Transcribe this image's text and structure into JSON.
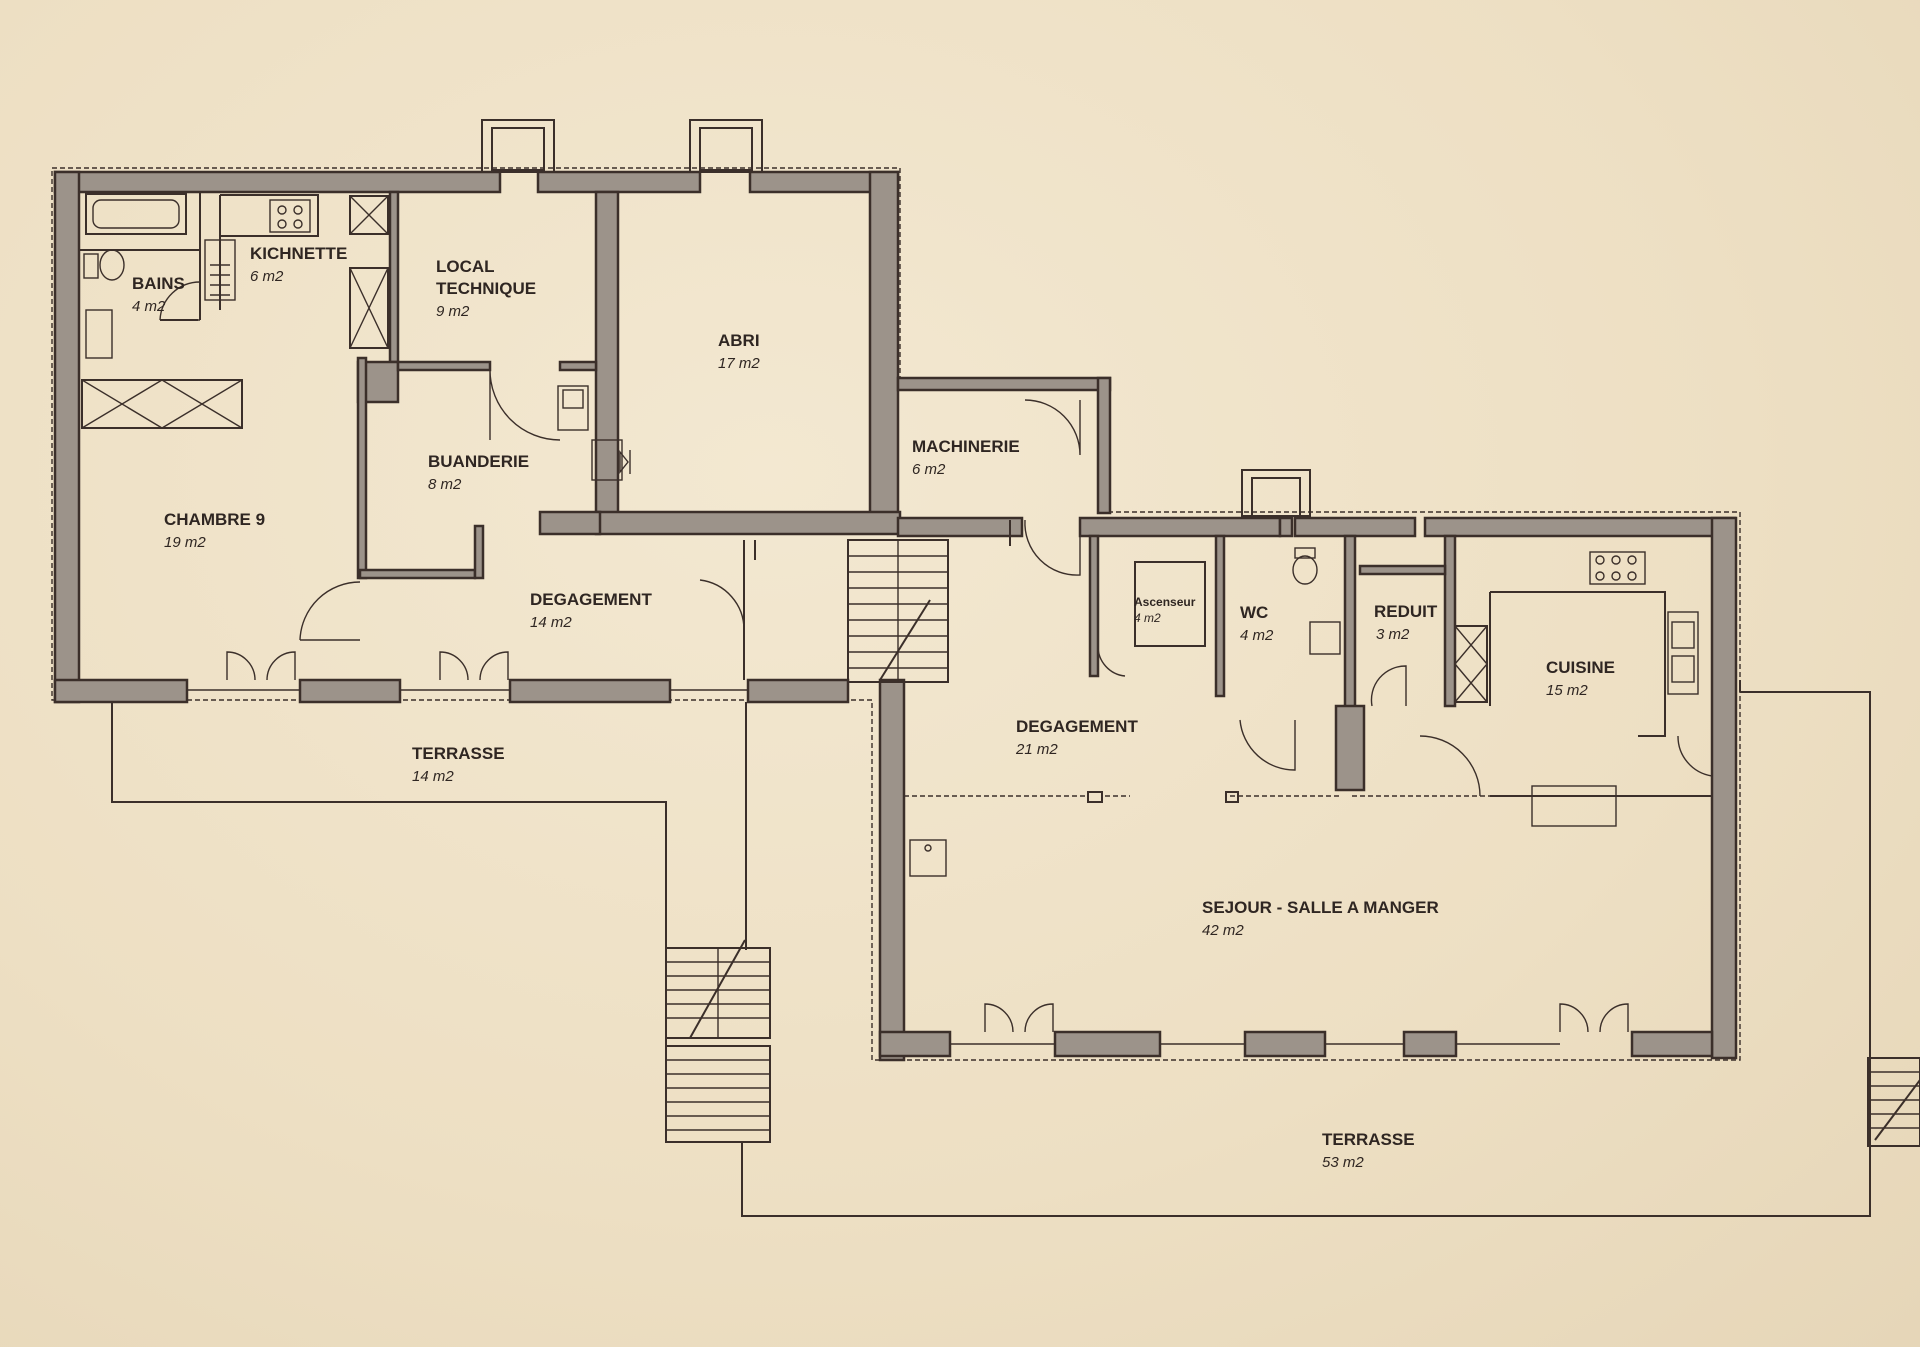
{
  "rooms": {
    "bains": {
      "name": "BAINS",
      "area": "4 m2"
    },
    "kichnette": {
      "name": "KICHNETTE",
      "area": "6 m2"
    },
    "local": {
      "name1": "LOCAL",
      "name2": "TECHNIQUE",
      "area": "9 m2"
    },
    "abri": {
      "name": "ABRI",
      "area": "17 m2"
    },
    "machinerie": {
      "name": "MACHINERIE",
      "area": "6 m2"
    },
    "buanderie": {
      "name": "BUANDERIE",
      "area": "8 m2"
    },
    "chambre": {
      "name": "CHAMBRE 9",
      "area": "19 m2"
    },
    "degagement1": {
      "name": "DEGAGEMENT",
      "area": "14 m2"
    },
    "ascenseur": {
      "name": "Ascenseur",
      "area": "4 m2"
    },
    "wc": {
      "name": "WC",
      "area": "4 m2"
    },
    "reduit": {
      "name": "REDUIT",
      "area": "3 m2"
    },
    "cuisine": {
      "name": "CUISINE",
      "area": "15 m2"
    },
    "degagement2": {
      "name": "DEGAGEMENT",
      "area": "21 m2"
    },
    "terrasse1": {
      "name": "TERRASSE",
      "area": "14 m2"
    },
    "sejour": {
      "name": "SEJOUR - SALLE A MANGER",
      "area": "42 m2"
    },
    "terrasse2": {
      "name": "TERRASSE",
      "area": "53 m2"
    }
  }
}
